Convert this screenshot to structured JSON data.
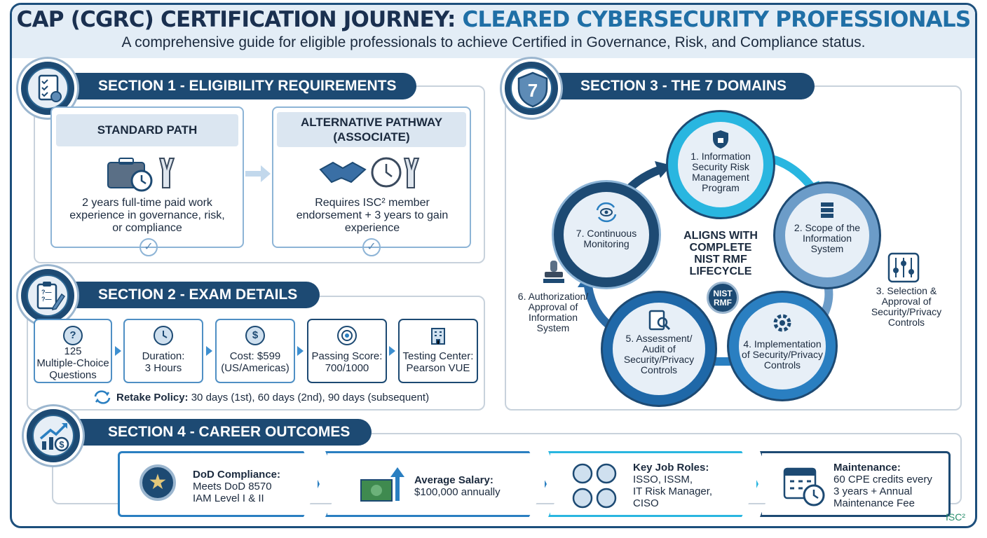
{
  "header": {
    "title_part1": "CAP (CGRC) CERTIFICATION JOURNEY:",
    "title_part2": "CLEARED CYBERSECURITY PROFESSIONALS",
    "subtitle": "A comprehensive guide for eligible professionals to achieve Certified in Governance, Risk, and Compliance status."
  },
  "section1": {
    "title": "SECTION 1 - ELIGIBILITY REQUIREMENTS",
    "standard": {
      "heading": "STANDARD PATH",
      "text_l1": "2 years full-time paid work",
      "text_l2": "experience in governance, risk,",
      "text_l3": "or compliance"
    },
    "alternative": {
      "heading_l1": "ALTERNATIVE PATHWAY",
      "heading_l2": "(ASSOCIATE)",
      "text_l1": "Requires ISC² member",
      "text_l2": "endorsement + 3 years to gain",
      "text_l3": "experience"
    }
  },
  "section2": {
    "title": "SECTION 2 - EXAM DETAILS",
    "items": [
      {
        "l1": "125",
        "l2": "Multiple-Choice",
        "l3": "Questions",
        "icon": "question-bubble-icon"
      },
      {
        "l1": "Duration:",
        "l2": "3 Hours",
        "icon": "clock-icon"
      },
      {
        "l1": "Cost: $599",
        "l2": "(US/Americas)",
        "icon": "dollar-coin-icon"
      },
      {
        "l1": "Passing Score:",
        "l2": "700/1000",
        "icon": "target-icon"
      },
      {
        "l1": "Testing Center:",
        "l2": "Pearson VUE",
        "icon": "building-icon"
      }
    ],
    "retake_label": "Retake Policy:",
    "retake_text": "30 days (1st), 60 days (2nd), 90 days (subsequent)"
  },
  "section3": {
    "title": "SECTION 3 - THE 7 DOMAINS",
    "badge_number": "7",
    "center_l1": "ALIGNS WITH",
    "center_l2": "COMPLETE",
    "center_l3": "NIST RMF",
    "center_l4": "LIFECYCLE",
    "logo_l1": "NIST",
    "logo_l2": "RMF",
    "domains": {
      "d1": {
        "l1": "1. Information",
        "l2": "Security Risk",
        "l3": "Management",
        "l4": "Program"
      },
      "d2": {
        "l1": "2. Scope of the",
        "l2": "Information",
        "l3": "System"
      },
      "d3": {
        "l1": "3. Selection &",
        "l2": "Approval of",
        "l3": "Security/Privacy",
        "l4": "Controls"
      },
      "d4": {
        "l1": "4. Implementation",
        "l2": "of Security/Privacy",
        "l3": "Controls"
      },
      "d5": {
        "l1": "5. Assessment/",
        "l2": "Audit of",
        "l3": "Security/Privacy",
        "l4": "Controls"
      },
      "d6": {
        "l1": "6. Authorization/",
        "l2": "Approval of",
        "l3": "Information",
        "l4": "System"
      },
      "d7": {
        "l1": "7. Continuous",
        "l2": "Monitoring"
      }
    }
  },
  "section4": {
    "title": "SECTION 4 - CAREER OUTCOMES",
    "cards": [
      {
        "l1": "DoD Compliance:",
        "l2": "Meets DoD 8570",
        "l3": "IAM Level I & II",
        "icon": "star-medal-icon"
      },
      {
        "l1": "Average Salary:",
        "l2": "$100,000 annually",
        "icon": "money-growth-icon"
      },
      {
        "l1": "Key Job Roles:",
        "l2": "ISSO, ISSM,",
        "l3": "IT Risk Manager,",
        "l4": "CISO",
        "icon": "people-icon"
      },
      {
        "l1": "Maintenance:",
        "l2": "60 CPE credits every",
        "l3": "3 years + Annual",
        "l4": "Maintenance Fee",
        "icon": "calendar-clock-icon"
      }
    ]
  },
  "footer": {
    "logo": "ISC²"
  },
  "colors": {
    "navy": "#1d4a73",
    "accent": "#1f6fa6",
    "cyan": "#29b6e0",
    "light": "#e3edf6"
  }
}
